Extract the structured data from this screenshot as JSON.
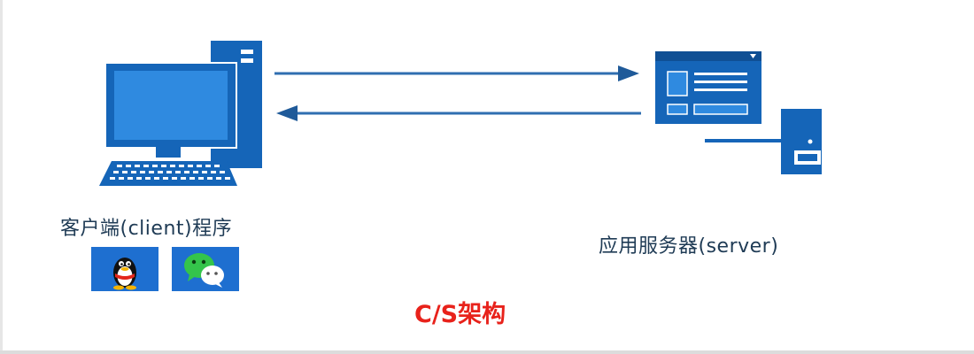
{
  "diagram": {
    "client_label": "客户端(client)程序",
    "server_label": "应用服务器(server)",
    "caption": "C/S架构"
  },
  "icons": {
    "client": "desktop-computer-icon",
    "server": "server-icon",
    "qq": "qq-penguin-icon",
    "wechat": "wechat-icon"
  },
  "colors": {
    "icon_blue": "#1565b8",
    "arrow_blue": "#2f6eb0",
    "caption_red": "#e8221b",
    "tile_blue": "#1e6fd0",
    "wechat_green": "#34c44b"
  }
}
